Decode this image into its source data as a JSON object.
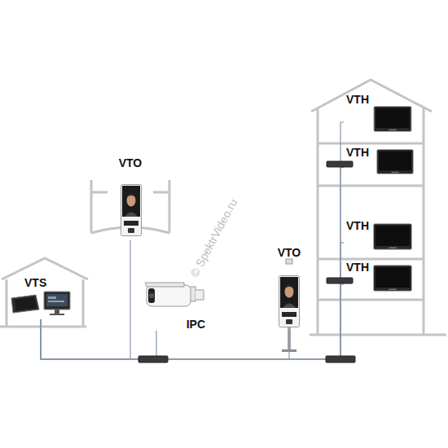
{
  "diagram": {
    "nodes": [
      {
        "text": [
          "VTS"
        ]
      },
      {
        "text": [
          "VTO"
        ]
      },
      {
        "text": [
          "IPC"
        ]
      },
      {
        "text": [
          "VTO"
        ]
      },
      {
        "text": [
          "VTH"
        ]
      },
      {
        "text": [
          "VTH"
        ]
      },
      {
        "text": [
          "VTH"
        ]
      },
      {
        "text": [
          "VTH"
        ]
      }
    ],
    "edges": [
      {
        "from": 0,
        "to": 1,
        "arrow": "none"
      },
      {
        "from": 0,
        "to": 2,
        "arrow": "none"
      },
      {
        "from": 0,
        "to": 3,
        "arrow": "none"
      },
      {
        "from": 0,
        "to": 4,
        "arrow": "none"
      },
      {
        "from": 0,
        "to": 5,
        "arrow": "none"
      },
      {
        "from": 0,
        "to": 6,
        "arrow": "none"
      },
      {
        "from": 0,
        "to": 7,
        "arrow": "none"
      }
    ],
    "labels": [
      "© SpektrVideo.ru"
    ]
  }
}
